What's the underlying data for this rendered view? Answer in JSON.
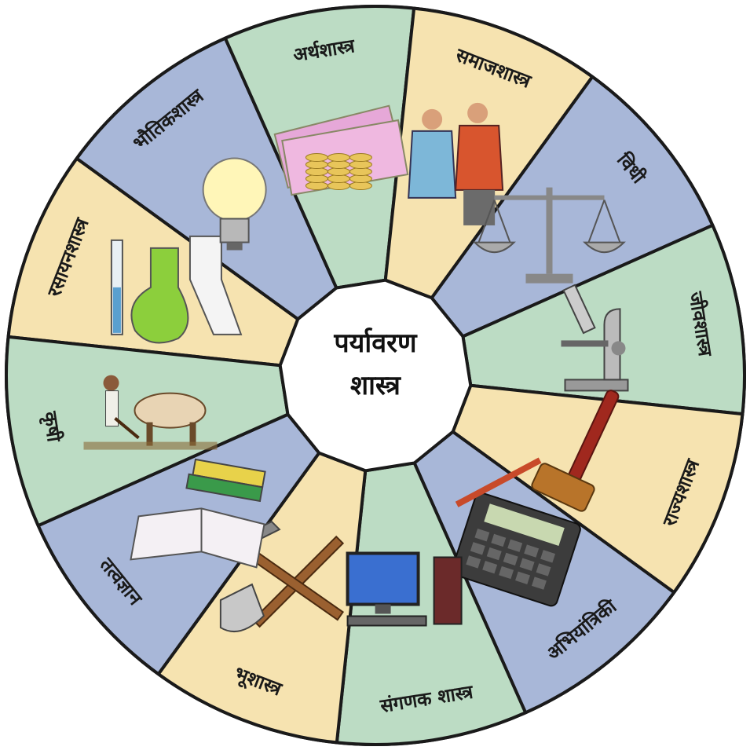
{
  "center": {
    "line1": "पर्यावरण",
    "line2": "शास्त्र"
  },
  "segments": [
    {
      "id": "rasayanshastra",
      "label": "रसायनशास्त्र",
      "icon": "chemistry-flasks-icon",
      "color": "#f6e3b0"
    },
    {
      "id": "bhautikshastra",
      "label": "भौतिकशास्त्र",
      "icon": "light-bulb-icon",
      "color": "#a8b7d8"
    },
    {
      "id": "arthashastra",
      "label": "अर्थशास्त्र",
      "icon": "money-coins-icon",
      "color": "#bcdcc4"
    },
    {
      "id": "samajshastra",
      "label": "समाजशास्त्र",
      "icon": "people-talking-icon",
      "color": "#f6e3b0"
    },
    {
      "id": "vidhi",
      "label": "विधी",
      "icon": "balance-scale-icon",
      "color": "#a8b7d8"
    },
    {
      "id": "jeevshastra",
      "label": "जीवशास्त्र",
      "icon": "microscope-icon",
      "color": "#bcdcc4"
    },
    {
      "id": "rajyashastra",
      "label": "राज्यशास्त्र",
      "icon": "gavel-icon",
      "color": "#f6e3b0"
    },
    {
      "id": "abhiyantriki",
      "label": "अभियांत्रिकी",
      "icon": "calculator-icon",
      "color": "#a8b7d8"
    },
    {
      "id": "sanganak",
      "label": "संगणक शास्त्र",
      "icon": "computer-icon",
      "color": "#bcdcc4"
    },
    {
      "id": "bhushastra",
      "label": "भूशास्त्र",
      "icon": "shovel-pickaxe-icon",
      "color": "#f6e3b0"
    },
    {
      "id": "tatvagyan",
      "label": "तत्वज्ञान",
      "icon": "books-icon",
      "color": "#a8b7d8"
    },
    {
      "id": "krushi",
      "label": "कृषी",
      "icon": "farmer-ox-plough-icon",
      "color": "#bcdcc4"
    }
  ]
}
